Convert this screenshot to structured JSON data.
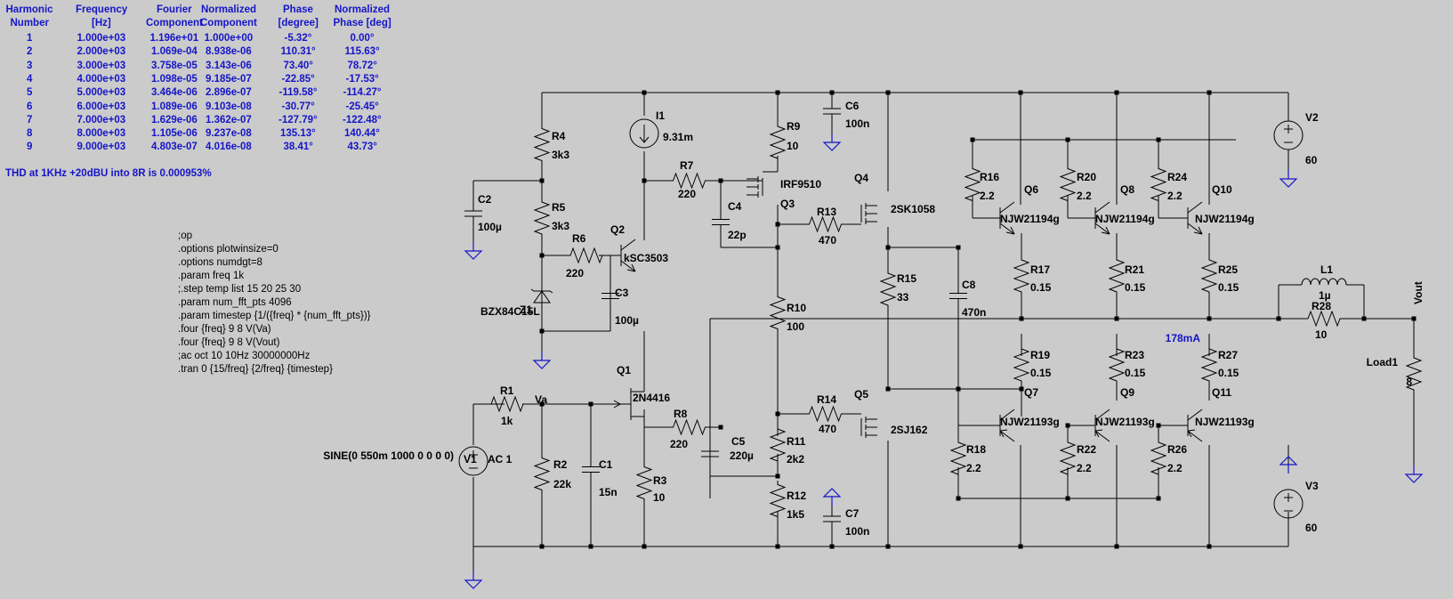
{
  "fourier_table": {
    "headers": [
      [
        "Harmonic",
        "Number"
      ],
      [
        "Frequency",
        "[Hz]"
      ],
      [
        "Fourier",
        "Component"
      ],
      [
        "Normalized",
        "Component"
      ],
      [
        "Phase",
        "[degree]"
      ],
      [
        "Normalized",
        "Phase [deg]"
      ]
    ],
    "rows": [
      [
        "1",
        "1.000e+03",
        "1.196e+01",
        "1.000e+00",
        "-5.32°",
        "0.00°"
      ],
      [
        "2",
        "2.000e+03",
        "1.069e-04",
        "8.938e-06",
        "110.31°",
        "115.63°"
      ],
      [
        "3",
        "3.000e+03",
        "3.758e-05",
        "3.143e-06",
        "73.40°",
        "78.72°"
      ],
      [
        "4",
        "4.000e+03",
        "1.098e-05",
        "9.185e-07",
        "-22.85°",
        "-17.53°"
      ],
      [
        "5",
        "5.000e+03",
        "3.464e-06",
        "2.896e-07",
        "-119.58°",
        "-114.27°"
      ],
      [
        "6",
        "6.000e+03",
        "1.089e-06",
        "9.103e-08",
        "-30.77°",
        "-25.45°"
      ],
      [
        "7",
        "7.000e+03",
        "1.629e-06",
        "1.362e-07",
        "-127.79°",
        "-122.48°"
      ],
      [
        "8",
        "8.000e+03",
        "1.105e-06",
        "9.237e-08",
        "135.13°",
        "140.44°"
      ],
      [
        "9",
        "9.000e+03",
        "4.803e-07",
        "4.016e-08",
        "38.41°",
        "43.73°"
      ]
    ]
  },
  "thd_text": "THD at 1KHz +20dBU into 8R is  0.000953%",
  "directives": [
    ";op",
    ".options plotwinsize=0",
    ".options numdgt=8",
    ".param freq 1k",
    ";.step temp list 15 20 25 30",
    ".param num_fft_pts 4096",
    ".param timestep {1/({freq} * {num_fft_pts})}",
    ".four {freq} 9 8 V(Va)",
    ".four {freq} 9 8 V(Vout)",
    ";ac oct 10 10Hz 30000000Hz",
    ".tran 0 {15/freq} {2/freq} {timestep}"
  ],
  "components": {
    "R1": {
      "name": "R1",
      "value": "1k"
    },
    "R2": {
      "name": "R2",
      "value": "22k"
    },
    "R3": {
      "name": "R3",
      "value": "10"
    },
    "R4": {
      "name": "R4",
      "value": "3k3"
    },
    "R5": {
      "name": "R5",
      "value": "3k3"
    },
    "R6": {
      "name": "R6",
      "value": "220"
    },
    "R7": {
      "name": "R7",
      "value": "220"
    },
    "R8": {
      "name": "R8",
      "value": "220"
    },
    "R9": {
      "name": "R9",
      "value": "10"
    },
    "R10": {
      "name": "R10",
      "value": "100"
    },
    "R11": {
      "name": "R11",
      "value": "2k2"
    },
    "R12": {
      "name": "R12",
      "value": "1k5"
    },
    "R13": {
      "name": "R13",
      "value": "470"
    },
    "R14": {
      "name": "R14",
      "value": "470"
    },
    "R15": {
      "name": "R15",
      "value": "33"
    },
    "R16": {
      "name": "R16",
      "value": "2.2"
    },
    "R17": {
      "name": "R17",
      "value": "0.15"
    },
    "R18": {
      "name": "R18",
      "value": "2.2"
    },
    "R19": {
      "name": "R19",
      "value": "0.15"
    },
    "R20": {
      "name": "R20",
      "value": "2.2"
    },
    "R21": {
      "name": "R21",
      "value": "0.15"
    },
    "R22": {
      "name": "R22",
      "value": "2.2"
    },
    "R23": {
      "name": "R23",
      "value": "0.15"
    },
    "R24": {
      "name": "R24",
      "value": "2.2"
    },
    "R25": {
      "name": "R25",
      "value": "0.15"
    },
    "R26": {
      "name": "R26",
      "value": "2.2"
    },
    "R27": {
      "name": "R27",
      "value": "0.15"
    },
    "R28": {
      "name": "R28",
      "value": "10"
    },
    "C1": {
      "name": "C1",
      "value": "15n"
    },
    "C2": {
      "name": "C2",
      "value": "100µ"
    },
    "C3": {
      "name": "C3",
      "value": "100µ"
    },
    "C4": {
      "name": "C4",
      "value": "22p"
    },
    "C5": {
      "name": "C5",
      "value": "220µ"
    },
    "C6": {
      "name": "C6",
      "value": "100n"
    },
    "C7": {
      "name": "C7",
      "value": "100n"
    },
    "C8": {
      "name": "C8",
      "value": "470n"
    },
    "L1": {
      "name": "L1",
      "value": "1µ"
    },
    "I1": {
      "name": "I1",
      "value": "9.31m"
    },
    "Z1": {
      "name": "Z1",
      "value": "BZX84C15L"
    },
    "Q1": {
      "name": "Q1",
      "value": "2N4416"
    },
    "Q2": {
      "name": "Q2",
      "value": "kSC3503"
    },
    "Q3": {
      "name": "Q3",
      "value": "IRF9510"
    },
    "Q4": {
      "name": "Q4",
      "value": "2SK1058"
    },
    "Q5": {
      "name": "Q5",
      "value": "2SJ162"
    },
    "Q6": {
      "name": "Q6",
      "value": "NJW21194g"
    },
    "Q7": {
      "name": "Q7",
      "value": "NJW21193g"
    },
    "Q8": {
      "name": "Q8",
      "value": "NJW21194g"
    },
    "Q9": {
      "name": "Q9",
      "value": "NJW21193g"
    },
    "Q10": {
      "name": "Q10",
      "value": "NJW21194g"
    },
    "Q11": {
      "name": "Q11",
      "value": "NJW21193g"
    },
    "V1": {
      "name": "V1",
      "value": "AC 1",
      "spec": "SINE(0 550m 1000 0 0 0 0)"
    },
    "V2": {
      "name": "V2",
      "value": "60"
    },
    "V3": {
      "name": "V3",
      "value": "60"
    },
    "Load1": {
      "name": "Load1",
      "value": "8"
    }
  },
  "net_labels": {
    "va": "Va",
    "vout": "Vout"
  },
  "current_annotation": "178mA",
  "colors": {
    "background": "#cbcbcb",
    "wire": "#000000",
    "annotation": "#1515c8"
  }
}
